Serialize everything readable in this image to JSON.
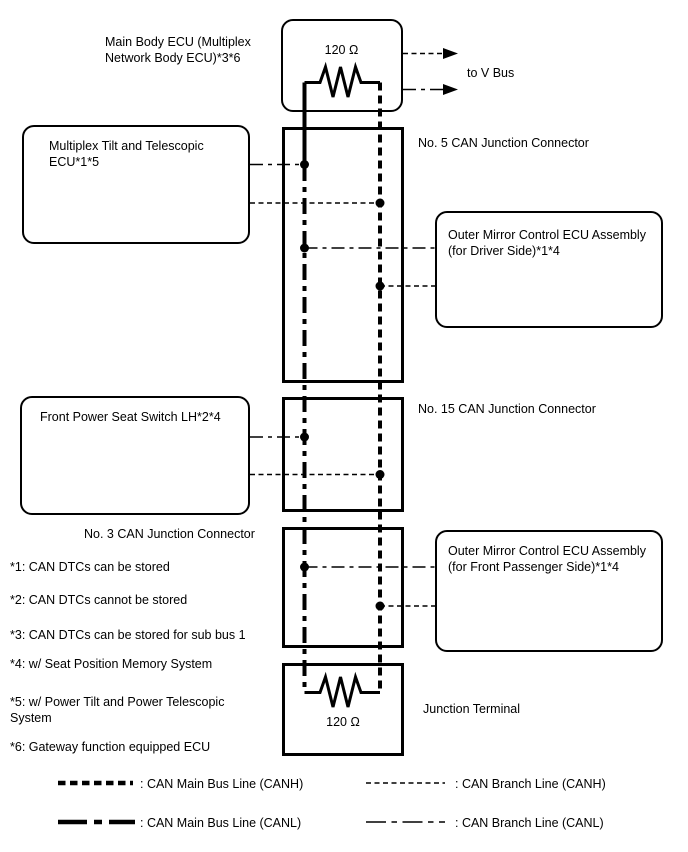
{
  "colors": {
    "line": "#000000",
    "background": "#ffffff",
    "text": "#000000"
  },
  "nodes": {
    "main_body_ecu": "Main Body ECU (Multiplex\nNetwork Body ECU)*3*6",
    "top_resistor": "120 Ω",
    "to_v_bus": "to V Bus",
    "junction_5": "No. 5 CAN Junction Connector",
    "multiplex_tilt_ecu": "Multiplex Tilt and Telescopic\nECU*1*5",
    "mirror_driver": "Outer Mirror Control ECU Assembly\n(for Driver Side)*1*4",
    "seat_switch": "Front Power Seat Switch LH*2*4",
    "junction_15": "No. 15 CAN Junction Connector",
    "junction_3": "No. 3 CAN Junction Connector",
    "mirror_passenger": "Outer Mirror Control ECU Assembly\n(for Front Passenger Side)*1*4",
    "bottom_resistor": "120 Ω",
    "junction_terminal": "Junction Terminal"
  },
  "footnotes": [
    "*1: CAN DTCs can be stored",
    "*2: CAN DTCs cannot be stored",
    "*3: CAN DTCs can be stored for sub bus 1",
    "*4: w/ Seat Position Memory System",
    "*5: w/ Power Tilt and Power Telescopic\nSystem",
    "*6: Gateway function equipped ECU"
  ],
  "legend": {
    "main_canh": ": CAN Main Bus Line (CANH)",
    "main_canl": ": CAN Main Bus Line (CANL)",
    "branch_canh": ": CAN Branch Line (CANH)",
    "branch_canl": ": CAN Branch Line (CANL)"
  }
}
